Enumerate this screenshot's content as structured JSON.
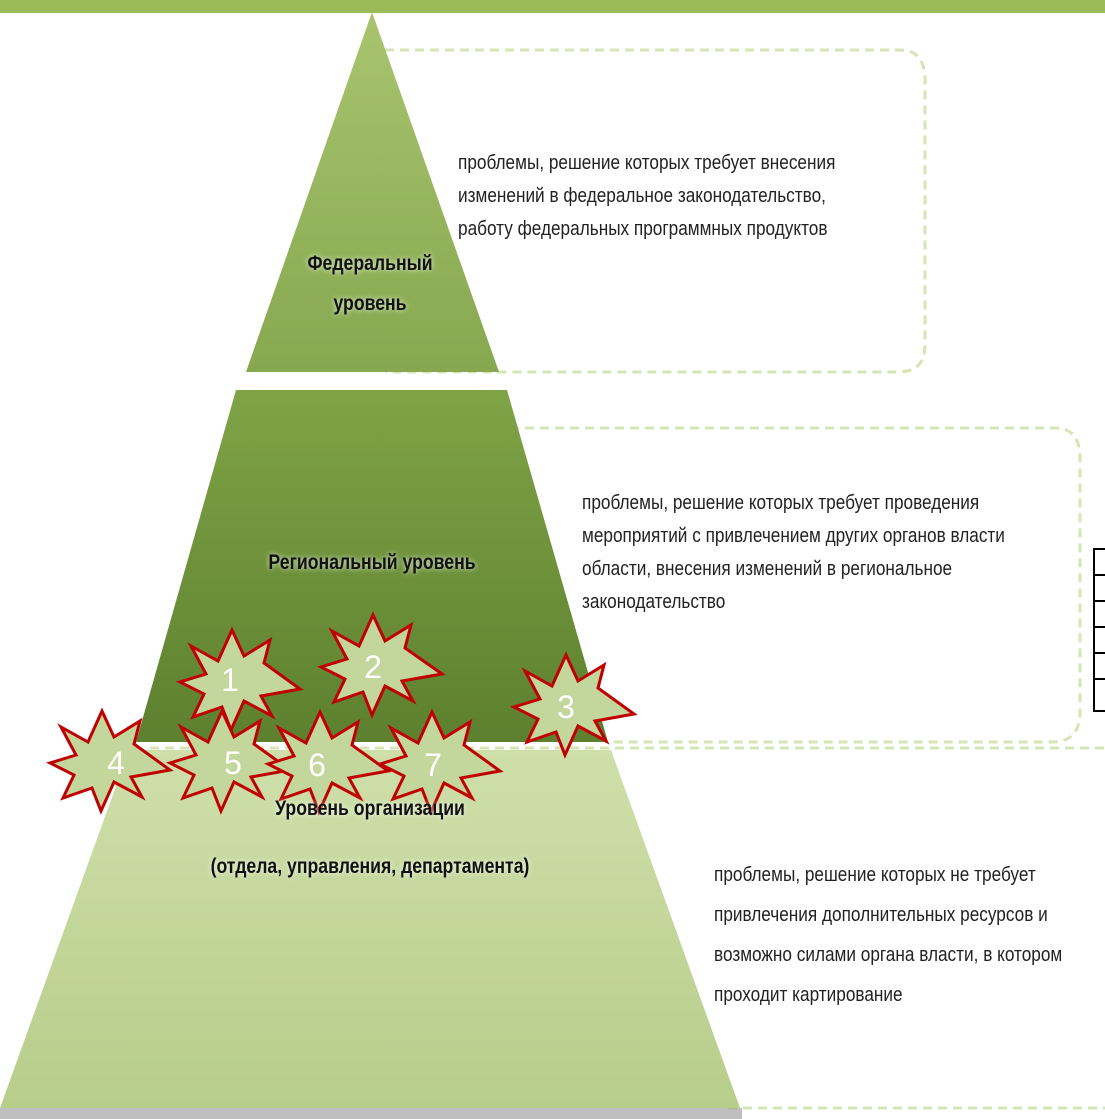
{
  "levels": {
    "federal": {
      "line1": "Федеральный",
      "line2": "уровень",
      "description": [
        "проблемы, решение которых требует внесения",
        "изменений в федеральное законодательство,",
        "работу федеральных программных продуктов"
      ]
    },
    "regional": {
      "label": "Региональный уровень",
      "description": [
        "проблемы, решение которых требует проведения",
        "мероприятий с привлечением других органов власти",
        "области, внесения изменений в региональное",
        "законодательство"
      ]
    },
    "organization": {
      "line1": "Уровень организации",
      "line2": "(отдела, управления, департамента)",
      "description": [
        "проблемы, решение которых не требует",
        "привлечения дополнительных ресурсов и",
        "возможно силами органа власти, в котором",
        "проходит картирование"
      ]
    }
  },
  "problem_markers": [
    "1",
    "2",
    "3",
    "4",
    "5",
    "6",
    "7"
  ],
  "colors": {
    "top_bar": "#9bbb59",
    "tier_top": "#8fb05a",
    "tier_middle": "#6f9438",
    "tier_bottom": "#c3d69b",
    "dashed_border": "#d7e4b4",
    "marker_fill": "#c3d69b",
    "marker_stroke": "#c00000"
  }
}
